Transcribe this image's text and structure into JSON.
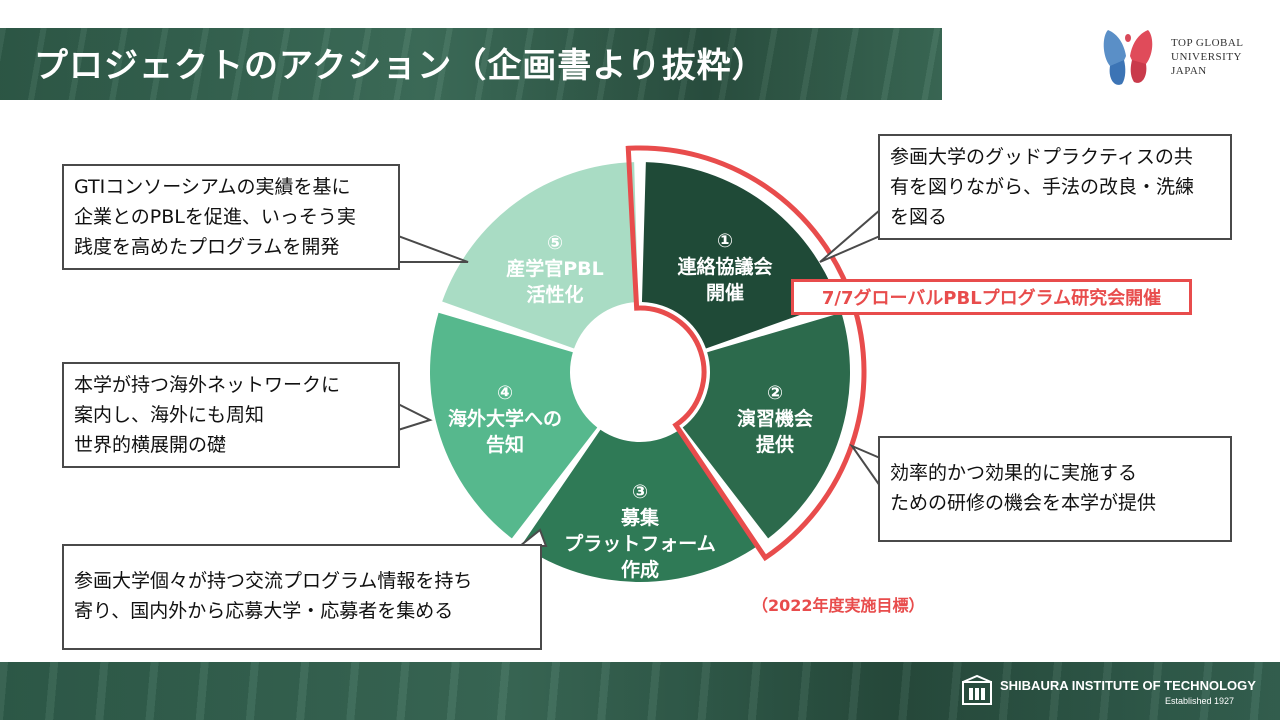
{
  "title": "プロジェクトのアクション（企画書より抜粋）",
  "logo_tgu": {
    "text_lines": [
      "TOP GLOBAL",
      "UNIVERSITY",
      "JAPAN"
    ]
  },
  "segments": [
    {
      "label": "①\n連絡協議会\n開催",
      "color": "#1f4a37"
    },
    {
      "label": "②\n演習機会\n提供",
      "color": "#2c6a4c"
    },
    {
      "label": "③\n募集\nプラットフォーム\n作成",
      "color": "#2f7a56"
    },
    {
      "label": "④\n海外大学への\n告知",
      "color": "#56b88d"
    },
    {
      "label": "⑤\n産学官PBL\n活性化",
      "color": "#a9dcc4"
    }
  ],
  "callouts": {
    "c1": "参画大学のグッドプラクティスの共\n有を図りながら、手法の改良・洗練\nを図る",
    "c2": "効率的かつ効果的に実施する\nための研修の機会を本学が提供",
    "c3": "参画大学個々が持つ交流プログラム情報を持ち\n寄り、国内外から応募大学・応募者を集める",
    "c4": "本学が持つ海外ネットワークに\n案内し、海外にも周知\n世界的横展開の礎",
    "c5": "GTIコンソーシアムの実績を基に\n企業とのPBLを促進、いっそう実\n践度を高めたプログラムを開発"
  },
  "highlight_label": "7/7グローバルPBLプログラム研究会開催",
  "goal_text": "（2022年度実施目標）",
  "highlight_color": "#e84c4c",
  "footer": {
    "name": "SHIBAURA INSTITUTE OF TECHNOLOGY",
    "established": "Established 1927"
  }
}
